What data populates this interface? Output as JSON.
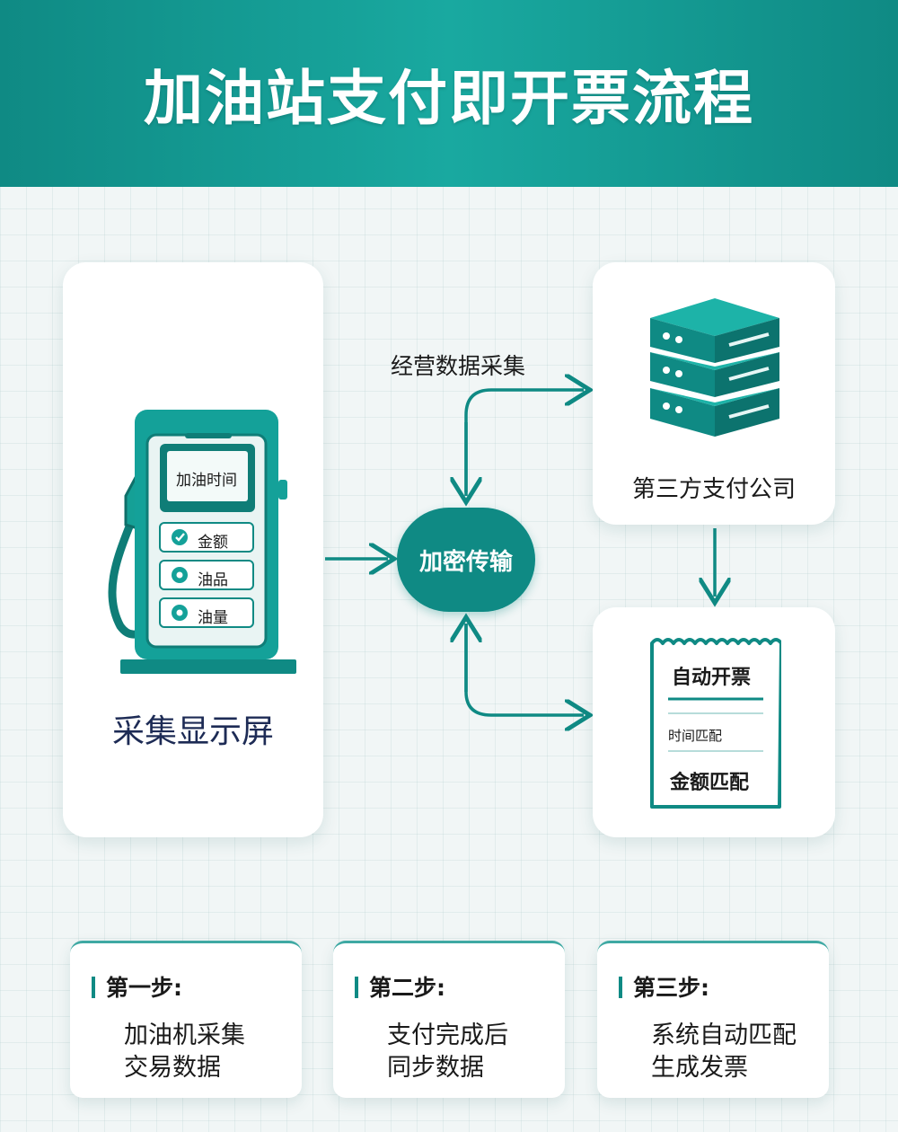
{
  "header": {
    "title": "加油站支付即开票流程"
  },
  "pump": {
    "screen_text": "加油时间",
    "items": [
      "金额",
      "油品",
      "油量"
    ],
    "label": "采集显示屏"
  },
  "flow": {
    "collect_label": "经营数据采集",
    "hub_label": "加密传输"
  },
  "payment": {
    "label": "第三方支付公司"
  },
  "invoice": {
    "title": "自动开票",
    "line1": "时间匹配",
    "line2": "金额匹配"
  },
  "steps": [
    {
      "title": "第一步:",
      "line1": "加油机采集",
      "line2": "交易数据"
    },
    {
      "title": "第二步:",
      "line1": "支付完成后",
      "line2": "同步数据"
    },
    {
      "title": "第三步:",
      "line1": "系统自动匹配",
      "line2": "生成发票"
    }
  ],
  "colors": {
    "primary": "#0f8a84",
    "primary_light": "#19a9a0",
    "dark_text": "#1d2b55"
  }
}
